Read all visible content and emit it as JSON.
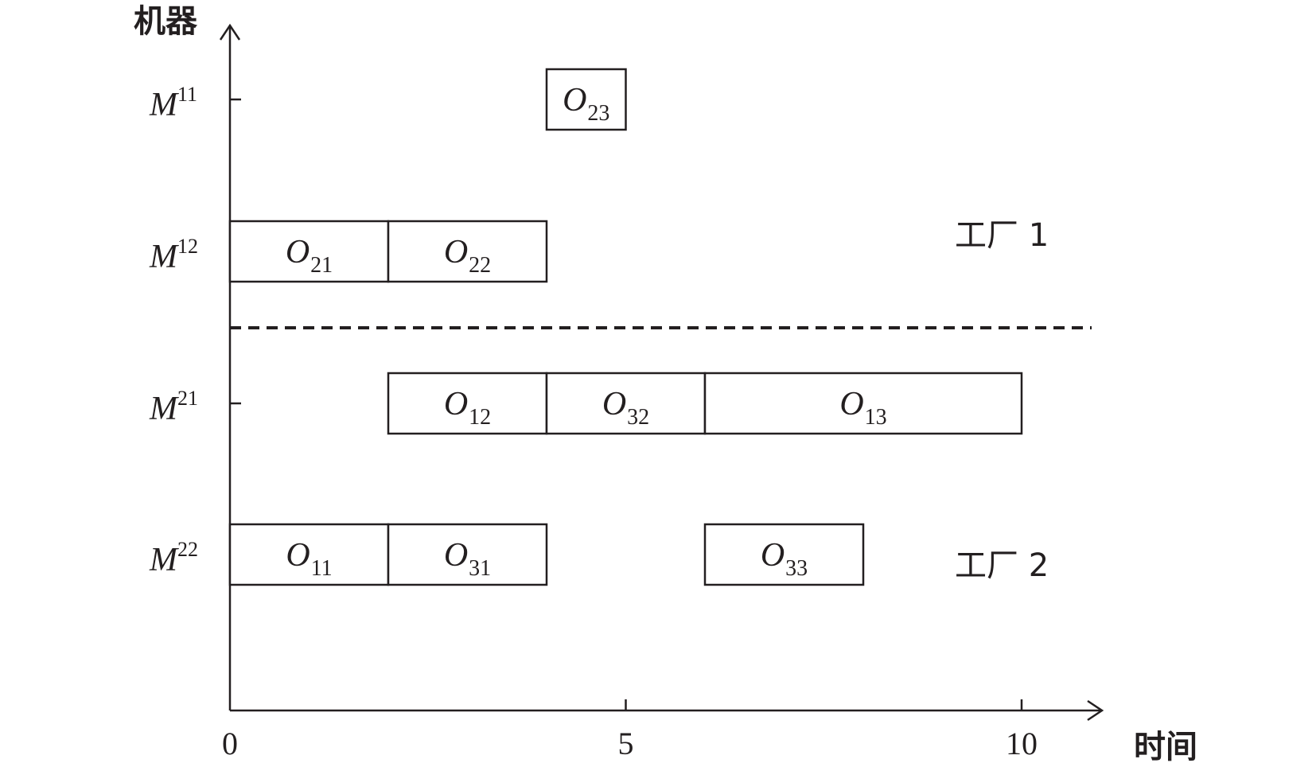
{
  "chart_data": {
    "type": "gantt",
    "ylabel": "机器",
    "xlabel": "时间",
    "xlim": [
      0,
      11
    ],
    "xticks": [
      {
        "value": 0,
        "label": "0"
      },
      {
        "value": 5,
        "label": "5"
      },
      {
        "value": 10,
        "label": "10"
      }
    ],
    "machines": [
      {
        "id": "M11",
        "label": "M",
        "sup": "11",
        "factory": 1
      },
      {
        "id": "M12",
        "label": "M",
        "sup": "12",
        "factory": 1
      },
      {
        "id": "M21",
        "label": "M",
        "sup": "21",
        "factory": 2
      },
      {
        "id": "M22",
        "label": "M",
        "sup": "22",
        "factory": 2
      }
    ],
    "factories": [
      {
        "id": 1,
        "label": "工厂 1"
      },
      {
        "id": 2,
        "label": "工厂 2"
      }
    ],
    "operations": [
      {
        "machine": "M11",
        "label": "O",
        "sub": "23",
        "start": 4,
        "end": 5
      },
      {
        "machine": "M12",
        "label": "O",
        "sub": "21",
        "start": 0,
        "end": 2
      },
      {
        "machine": "M12",
        "label": "O",
        "sub": "22",
        "start": 2,
        "end": 4
      },
      {
        "machine": "M21",
        "label": "O",
        "sub": "12",
        "start": 2,
        "end": 4
      },
      {
        "machine": "M21",
        "label": "O",
        "sub": "32",
        "start": 4,
        "end": 6
      },
      {
        "machine": "M21",
        "label": "O",
        "sub": "13",
        "start": 6,
        "end": 10
      },
      {
        "machine": "M22",
        "label": "O",
        "sub": "11",
        "start": 0,
        "end": 2
      },
      {
        "machine": "M22",
        "label": "O",
        "sub": "31",
        "start": 2,
        "end": 4
      },
      {
        "machine": "M22",
        "label": "O",
        "sub": "33",
        "start": 6,
        "end": 8
      }
    ],
    "factory_divider": "dashed",
    "grid": false,
    "legend": "none"
  }
}
